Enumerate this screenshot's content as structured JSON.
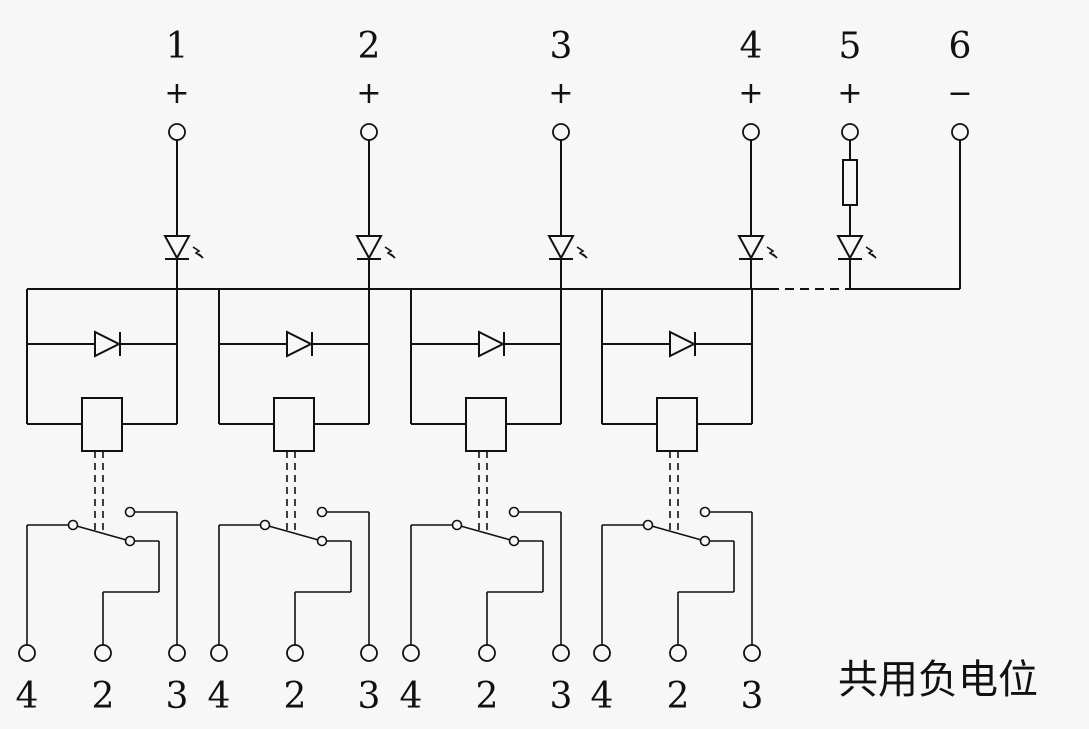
{
  "top_terminals": [
    {
      "number": "1",
      "sign": "+"
    },
    {
      "number": "2",
      "sign": "+"
    },
    {
      "number": "3",
      "sign": "+"
    },
    {
      "number": "4",
      "sign": "+"
    },
    {
      "number": "5",
      "sign": "+"
    },
    {
      "number": "6",
      "sign": "−"
    }
  ],
  "relays": [
    {
      "bottom_terminals": [
        "4",
        "2",
        "3"
      ]
    },
    {
      "bottom_terminals": [
        "4",
        "2",
        "3"
      ]
    },
    {
      "bottom_terminals": [
        "4",
        "2",
        "3"
      ]
    },
    {
      "bottom_terminals": [
        "4",
        "2",
        "3"
      ]
    }
  ],
  "caption": "共用负电位"
}
